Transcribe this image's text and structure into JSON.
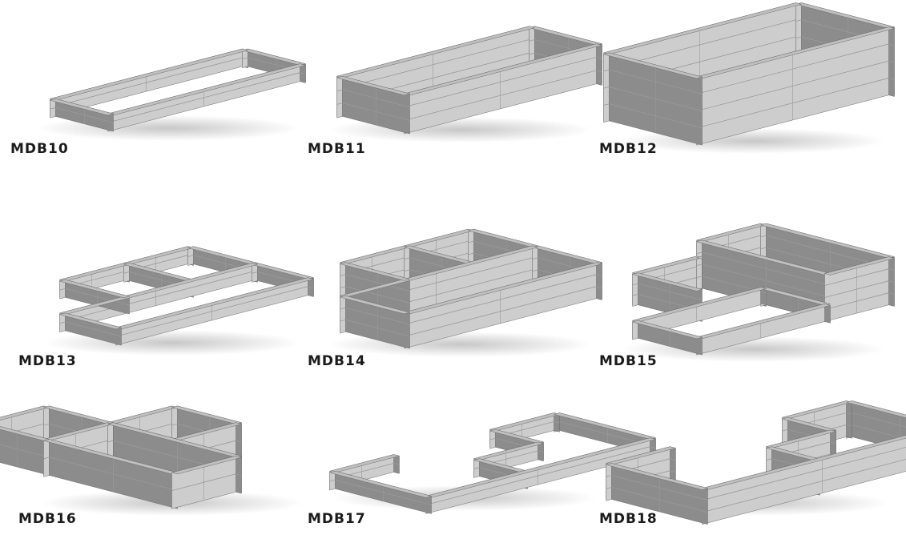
{
  "labels": [
    "MDB10",
    "MDB11",
    "MDB12",
    "MDB13",
    "MDB14",
    "MDB15",
    "MDB16",
    "MDB17",
    "MDB18"
  ],
  "colors": {
    "top": "#bfbfbf",
    "light": "#cdcdcd",
    "dark": "#8c8c8c",
    "seam": "#9a9a9a",
    "outline": "#6e6e6e",
    "label": "#1b1b1b"
  }
}
